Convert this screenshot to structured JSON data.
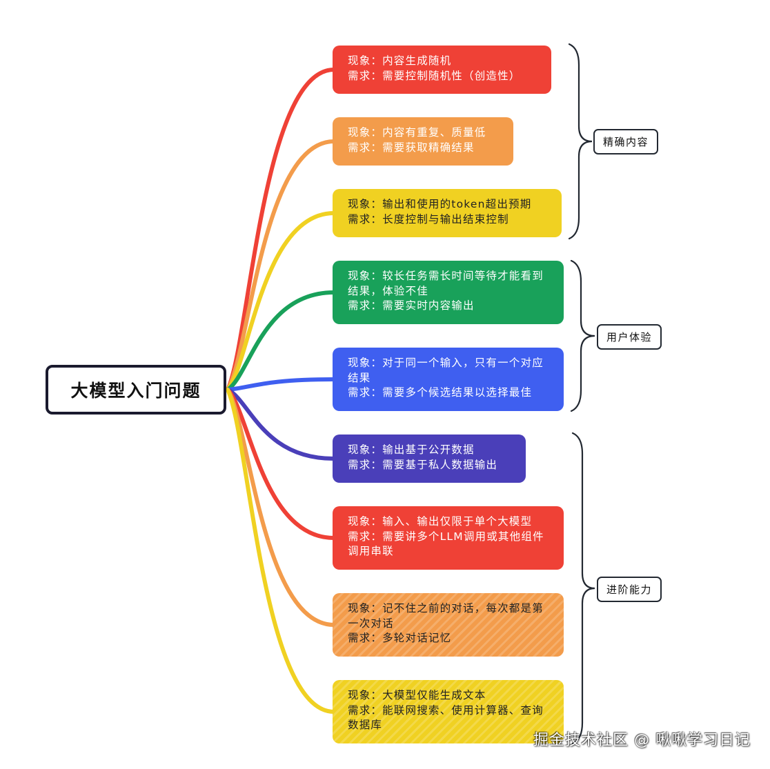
{
  "root": {
    "label": "大模型入门问题"
  },
  "nodes": [
    {
      "color": "#ef4136",
      "lines": [
        "现象：内容生成随机",
        "需求：需要控制随机性（创造性）"
      ]
    },
    {
      "color": "#f39c4b",
      "lines": [
        "现象：内容有重复、质量低",
        "需求：需要获取精确结果"
      ]
    },
    {
      "color": "#f0d122",
      "lines": [
        "现象：输出和使用的token超出预期",
        "需求：长度控制与输出结束控制"
      ]
    },
    {
      "color": "#19a15a",
      "lines": [
        "现象：较长任务需长时间等待才能看到结果，体验不佳",
        "需求：需要实时内容输出"
      ]
    },
    {
      "color": "#3f5ff0",
      "lines": [
        "现象：对于同一个输入，只有一个对应结果",
        "需求：需要多个候选结果以选择最佳"
      ]
    },
    {
      "color": "#4a3fb9",
      "lines": [
        "现象：输出基于公开数据",
        "需求：需要基于私人数据输出"
      ]
    },
    {
      "color": "#ef4136",
      "lines": [
        "现象：输入、输出仅限于单个大模型",
        "需求：需要讲多个LLM调用或其他组件调用串联"
      ]
    },
    {
      "color": "#f39c4b",
      "lines": [
        "现象：记不住之前的对话，每次都是第一次对话",
        "需求：多轮对话记忆"
      ]
    },
    {
      "color": "#f0d122",
      "lines": [
        "现象：大模型仅能生成文本",
        "需求：能联网搜索、使用计算器、查询数据库"
      ]
    }
  ],
  "groups": [
    {
      "label": "精确内容"
    },
    {
      "label": "用户体验"
    },
    {
      "label": "进阶能力"
    }
  ],
  "watermark": "掘金技术社区 @ 啾啾学习日记"
}
